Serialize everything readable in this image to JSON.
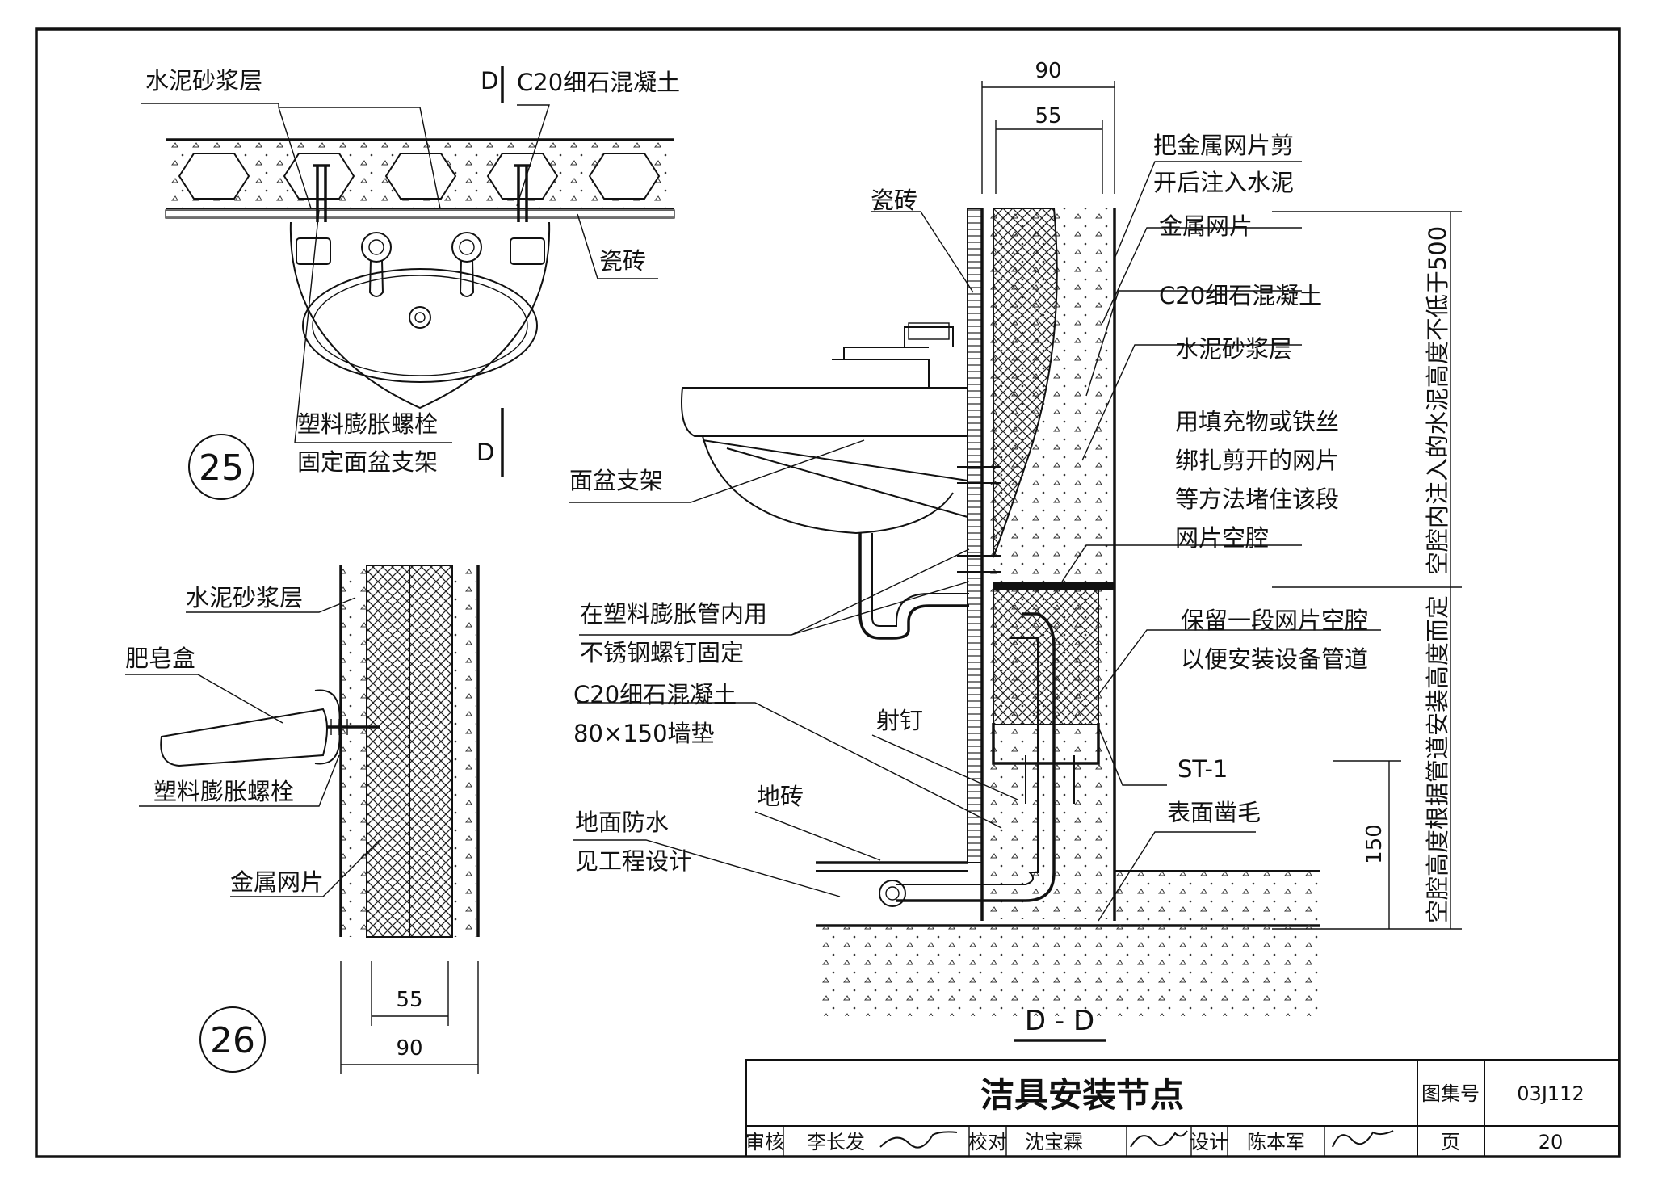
{
  "sheet": {
    "title": "洁具安装节点",
    "atlas_label": "图集号",
    "atlas_no": "03J112",
    "page_label": "页",
    "page_no": "20",
    "reviewer_label": "审核",
    "reviewer": "李长发",
    "checker_label": "校对",
    "checker": "沈宝霖",
    "designer_label": "设计",
    "designer": "陈本军"
  },
  "detail25": {
    "number": "25",
    "cement_mortar": "水泥砂浆层",
    "concrete": "C20细石混凝土",
    "tile": "瓷砖",
    "bolt_line1": "塑料膨胀螺栓",
    "bolt_line2": "固定面盆支架",
    "section_top": "D",
    "section_bottom": "D"
  },
  "detail26": {
    "number": "26",
    "cement_mortar": "水泥砂浆层",
    "soap_box": "肥皂盒",
    "bolt": "塑料膨胀螺栓",
    "mesh": "金属网片",
    "dim_inner": "55",
    "dim_outer": "90"
  },
  "sectionDD": {
    "title": "D - D",
    "dim_outer": "90",
    "dim_inner": "55",
    "tile": "瓷砖",
    "cut_mesh_line1": "把金属网片剪",
    "cut_mesh_line2": "开后注入水泥",
    "mesh": "金属网片",
    "concrete": "C20细石混凝土",
    "cement_mortar": "水泥砂浆层",
    "plug_line1": "用填充物或铁丝",
    "plug_line2": "绑扎剪开的网片",
    "plug_line3": "等方法堵住该段",
    "plug_line4": "网片空腔",
    "basin_bracket": "面盆支架",
    "screw_line1": "在塑料膨胀管内用",
    "screw_line2": "不锈钢螺钉固定",
    "pad_line1": "C20细石混凝土",
    "pad_line2": "80×150墙垫",
    "nail": "射钉",
    "floor_tile": "地砖",
    "waterproof_line1": "地面防水",
    "waterproof_line2": "见工程设计",
    "keep_line1": "保留一段网片空腔",
    "keep_line2": "以便安装设备管道",
    "st1": "ST-1",
    "roughen": "表面凿毛",
    "dim_150": "150",
    "vert_note_top": "空腔内注入的水泥高度不低于500",
    "vert_note_bottom": "空腔高度根据管道安装高度而定"
  }
}
